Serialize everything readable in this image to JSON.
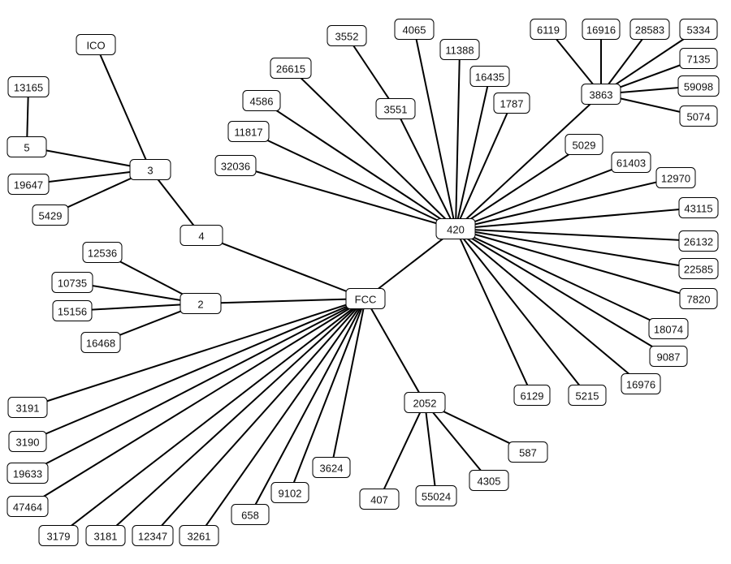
{
  "nodes": [
    {
      "id": "ICO",
      "label": "ICO"
    },
    {
      "id": "13165",
      "label": "13165"
    },
    {
      "id": "5",
      "label": "5"
    },
    {
      "id": "3",
      "label": "3"
    },
    {
      "id": "19647",
      "label": "19647"
    },
    {
      "id": "5429",
      "label": "5429"
    },
    {
      "id": "4",
      "label": "4"
    },
    {
      "id": "12536",
      "label": "12536"
    },
    {
      "id": "10735",
      "label": "10735"
    },
    {
      "id": "2",
      "label": "2"
    },
    {
      "id": "15156",
      "label": "15156"
    },
    {
      "id": "16468",
      "label": "16468"
    },
    {
      "id": "FCC",
      "label": "FCC"
    },
    {
      "id": "3191",
      "label": "3191"
    },
    {
      "id": "3190",
      "label": "3190"
    },
    {
      "id": "19633",
      "label": "19633"
    },
    {
      "id": "47464",
      "label": "47464"
    },
    {
      "id": "3179",
      "label": "3179"
    },
    {
      "id": "3181",
      "label": "3181"
    },
    {
      "id": "12347",
      "label": "12347"
    },
    {
      "id": "3261",
      "label": "3261"
    },
    {
      "id": "658",
      "label": "658"
    },
    {
      "id": "9102",
      "label": "9102"
    },
    {
      "id": "3624",
      "label": "3624"
    },
    {
      "id": "2052",
      "label": "2052"
    },
    {
      "id": "407",
      "label": "407"
    },
    {
      "id": "55024",
      "label": "55024"
    },
    {
      "id": "4305",
      "label": "4305"
    },
    {
      "id": "587",
      "label": "587"
    },
    {
      "id": "420",
      "label": "420"
    },
    {
      "id": "3552",
      "label": "3552"
    },
    {
      "id": "4065",
      "label": "4065"
    },
    {
      "id": "11388",
      "label": "11388"
    },
    {
      "id": "26615",
      "label": "26615"
    },
    {
      "id": "4586",
      "label": "4586"
    },
    {
      "id": "3551",
      "label": "3551"
    },
    {
      "id": "16435",
      "label": "16435"
    },
    {
      "id": "1787",
      "label": "1787"
    },
    {
      "id": "11817",
      "label": "11817"
    },
    {
      "id": "32036",
      "label": "32036"
    },
    {
      "id": "6119",
      "label": "6119"
    },
    {
      "id": "16916",
      "label": "16916"
    },
    {
      "id": "28583",
      "label": "28583"
    },
    {
      "id": "5334",
      "label": "5334"
    },
    {
      "id": "7135",
      "label": "7135"
    },
    {
      "id": "3863",
      "label": "3863"
    },
    {
      "id": "59098",
      "label": "59098"
    },
    {
      "id": "5074",
      "label": "5074"
    },
    {
      "id": "5029",
      "label": "5029"
    },
    {
      "id": "61403",
      "label": "61403"
    },
    {
      "id": "12970",
      "label": "12970"
    },
    {
      "id": "43115",
      "label": "43115"
    },
    {
      "id": "26132",
      "label": "26132"
    },
    {
      "id": "22585",
      "label": "22585"
    },
    {
      "id": "7820",
      "label": "7820"
    },
    {
      "id": "18074",
      "label": "18074"
    },
    {
      "id": "9087",
      "label": "9087"
    },
    {
      "id": "16976",
      "label": "16976"
    },
    {
      "id": "5215",
      "label": "5215"
    },
    {
      "id": "6129",
      "label": "6129"
    }
  ],
  "edges": [
    [
      "ICO",
      "3"
    ],
    [
      "13165",
      "5"
    ],
    [
      "5",
      "3"
    ],
    [
      "19647",
      "3"
    ],
    [
      "5429",
      "3"
    ],
    [
      "3",
      "4"
    ],
    [
      "4",
      "FCC"
    ],
    [
      "12536",
      "2"
    ],
    [
      "10735",
      "2"
    ],
    [
      "15156",
      "2"
    ],
    [
      "16468",
      "2"
    ],
    [
      "2",
      "FCC"
    ],
    [
      "3191",
      "FCC"
    ],
    [
      "3190",
      "FCC"
    ],
    [
      "19633",
      "FCC"
    ],
    [
      "47464",
      "FCC"
    ],
    [
      "3179",
      "FCC"
    ],
    [
      "3181",
      "FCC"
    ],
    [
      "12347",
      "FCC"
    ],
    [
      "3261",
      "FCC"
    ],
    [
      "658",
      "FCC"
    ],
    [
      "9102",
      "FCC"
    ],
    [
      "3624",
      "FCC"
    ],
    [
      "FCC",
      "2052"
    ],
    [
      "2052",
      "407"
    ],
    [
      "2052",
      "55024"
    ],
    [
      "2052",
      "4305"
    ],
    [
      "2052",
      "587"
    ],
    [
      "FCC",
      "420"
    ],
    [
      "3552",
      "3551"
    ],
    [
      "3551",
      "420"
    ],
    [
      "4065",
      "420"
    ],
    [
      "11388",
      "420"
    ],
    [
      "26615",
      "420"
    ],
    [
      "4586",
      "420"
    ],
    [
      "16435",
      "420"
    ],
    [
      "1787",
      "420"
    ],
    [
      "11817",
      "420"
    ],
    [
      "32036",
      "420"
    ],
    [
      "6119",
      "3863"
    ],
    [
      "16916",
      "3863"
    ],
    [
      "28583",
      "3863"
    ],
    [
      "5334",
      "3863"
    ],
    [
      "7135",
      "3863"
    ],
    [
      "59098",
      "3863"
    ],
    [
      "5074",
      "3863"
    ],
    [
      "3863",
      "420"
    ],
    [
      "5029",
      "420"
    ],
    [
      "61403",
      "420"
    ],
    [
      "12970",
      "420"
    ],
    [
      "43115",
      "420"
    ],
    [
      "26132",
      "420"
    ],
    [
      "22585",
      "420"
    ],
    [
      "7820",
      "420"
    ],
    [
      "18074",
      "420"
    ],
    [
      "9087",
      "420"
    ],
    [
      "16976",
      "420"
    ],
    [
      "5215",
      "420"
    ],
    [
      "6129",
      "420"
    ]
  ]
}
